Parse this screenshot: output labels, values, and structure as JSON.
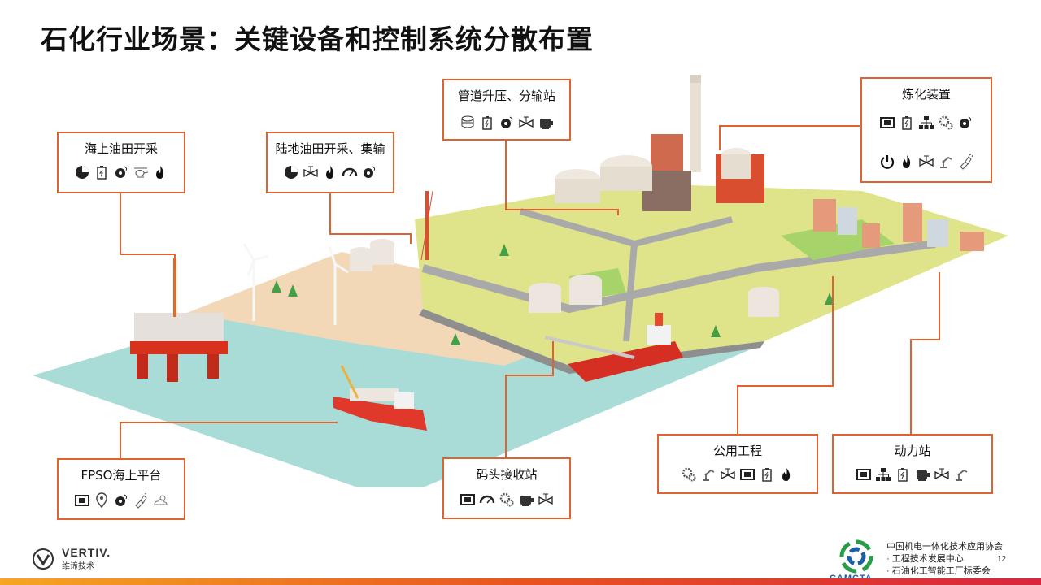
{
  "title": "石化行业场景：关键设备和控制系统分散布置",
  "colors": {
    "accent": "#e0622e",
    "sea": "#a9dcd7",
    "land": "#f2d8b7",
    "grass": "#d7e27a"
  },
  "boxes": [
    {
      "label": "海上油田开采",
      "icons": [
        "pie-chart-icon",
        "battery-icon",
        "fan-controller-icon",
        "helicopter-icon",
        "fire-icon"
      ]
    },
    {
      "label": "陆地油田开采、集输",
      "icons": [
        "pie-chart-icon",
        "valve-icon",
        "fire-icon",
        "gauge-icon",
        "fan-controller-icon"
      ]
    },
    {
      "label": "管道升压、分输站",
      "icons": [
        "server-stack-icon",
        "battery-icon",
        "fan-controller-icon",
        "valve-icon",
        "motor-icon"
      ]
    },
    {
      "label": "炼化装置",
      "icons": [
        "frame-icon",
        "battery-icon",
        "network-icon",
        "gears-icon",
        "fan-controller-icon",
        "power-icon",
        "fire-icon",
        "valve-icon",
        "robot-arm-icon",
        "flashlight-icon"
      ]
    },
    {
      "label": "FPSO海上平台",
      "icons": [
        "frame-icon",
        "location-pin-icon",
        "fan-controller-icon",
        "flashlight-icon",
        "cloud-sun-icon"
      ]
    },
    {
      "label": "码头接收站",
      "icons": [
        "frame-icon",
        "gauge-icon",
        "gears-icon",
        "motor-icon",
        "valve-icon"
      ]
    },
    {
      "label": "公用工程",
      "icons": [
        "gears-icon",
        "robot-arm-icon",
        "valve-icon",
        "frame-icon",
        "battery-icon",
        "fire-icon"
      ]
    },
    {
      "label": "动力站",
      "icons": [
        "frame-icon",
        "network-icon",
        "battery-icon",
        "motor-icon",
        "valve-icon",
        "robot-arm-icon"
      ]
    }
  ],
  "footer": {
    "brand": "VERTIV.",
    "brand_cn": "维谛技术",
    "assoc_line1": "中国机电一体化技术应用协会",
    "assoc_line2": "· 工程技术发展中心",
    "assoc_line3": "· 石油化工智能工厂标委会",
    "camcta": "CAMCTA",
    "page": "12"
  }
}
